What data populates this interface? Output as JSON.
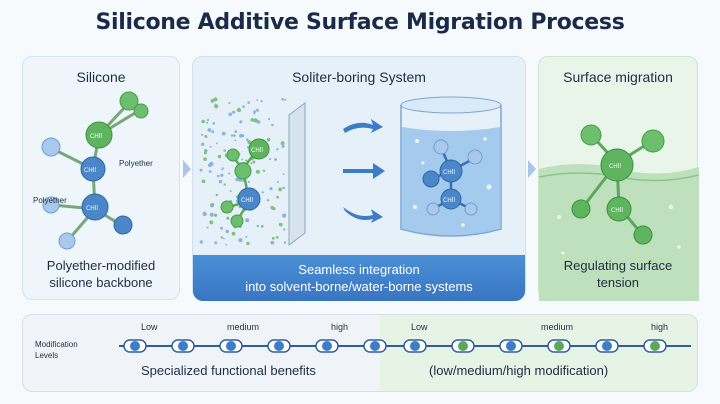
{
  "title": "Silicone Additive Surface Migration Process",
  "panels": {
    "silicone": {
      "title": "Silicone",
      "caption_line1": "Polyether-modified",
      "caption_line2": "silicone backbone",
      "label_polyether_a": "Polyether",
      "label_polyether_b": "Polyether",
      "node_label": "CHll"
    },
    "system": {
      "title": "Soliter-boring System",
      "caption_line1": "Seamless integration",
      "caption_line2": "into solvent-borne/water-borne systems",
      "node_label": "CHll"
    },
    "migration": {
      "title": "Surface migration",
      "caption_line1": "Regulating surface",
      "caption_line2": "tension",
      "node_label": "CHll"
    }
  },
  "modification": {
    "heading_line1": "Modification",
    "heading_line2": "Levels",
    "left_labels": [
      "Low",
      "medium",
      "high"
    ],
    "right_labels": [
      "Low",
      "medium",
      "high"
    ],
    "left_caption": "Specialized functional benefits",
    "right_caption": "(low/medium/high modification)"
  },
  "colors": {
    "blue_node": "#4a86c8",
    "green_node": "#5fb55f",
    "light_blue_node": "#a9c8ec",
    "accent_blue": "#3d7cc6",
    "accent_green": "#5aa85a"
  }
}
